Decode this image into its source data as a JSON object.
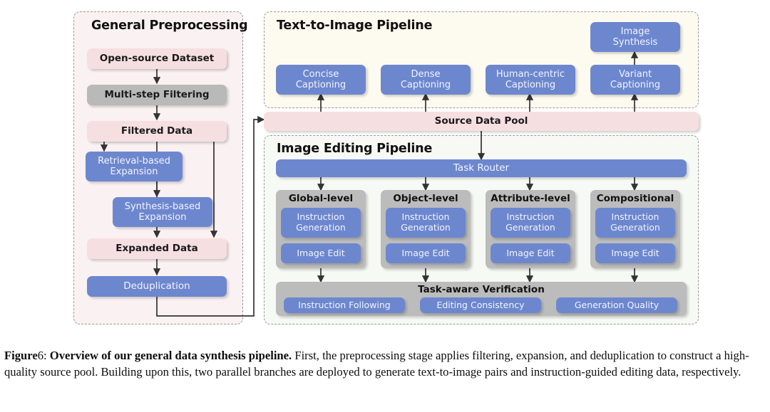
{
  "panels": {
    "preprocessing": {
      "title": "General Preprocessing"
    },
    "text_to_image": {
      "title": "Text-to-Image Pipeline"
    },
    "image_editing": {
      "title": "Image Editing Pipeline"
    }
  },
  "preprocessing_nodes": {
    "open_source_dataset": "Open-source Dataset",
    "multi_step_filtering": "Multi-step Filtering",
    "filtered_data": "Filtered Data",
    "retrieval_expansion": "Retrieval-based\nExpansion",
    "synthesis_expansion": "Synthesis-based\nExpansion",
    "expanded_data": "Expanded Data",
    "deduplication": "Deduplication"
  },
  "t2i_nodes": {
    "concise_captioning": "Concise\nCaptioning",
    "dense_captioning": "Dense\nCaptioning",
    "human_centric_captioning": "Human-centric\nCaptioning",
    "variant_captioning": "Variant\nCaptioning",
    "image_synthesis": "Image\nSynthesis"
  },
  "source_data_pool": "Source Data Pool",
  "editing": {
    "task_router": "Task Router",
    "levels": [
      {
        "label": "Global-level",
        "instruction": "Instruction\nGeneration",
        "edit": "Image Edit"
      },
      {
        "label": "Object-level",
        "instruction": "Instruction\nGeneration",
        "edit": "Image Edit"
      },
      {
        "label": "Attribute-level",
        "instruction": "Instruction\nGeneration",
        "edit": "Image Edit"
      },
      {
        "label": "Compositional",
        "instruction": "Instruction\nGeneration",
        "edit": "Image Edit"
      }
    ],
    "verification_title": "Task-aware Verification",
    "verification_items": [
      "Instruction Following",
      "Editing Consistency",
      "Generation Quality"
    ]
  },
  "caption": {
    "figure_label": "Figure",
    "figure_number": "6:",
    "bold_title": "Overview of our general data synthesis pipeline.",
    "body": " First, the preprocessing stage applies filtering, expansion, and deduplication to construct a high-quality source pool. Building upon this, two parallel branches are deployed to generate text-to-image pairs and instruction-guided editing data, respectively."
  },
  "colors": {
    "pink_node": "#f6dfe1",
    "gray_node": "#b9b9b9",
    "blue_node": "#6d87cf",
    "panel_preprocessing_bg": "#faf1f2",
    "panel_t2i_bg": "#fdfaef",
    "panel_editing_bg": "#f7f9f4",
    "panel_border": "#9a9a9a",
    "arrow": "#333333"
  }
}
